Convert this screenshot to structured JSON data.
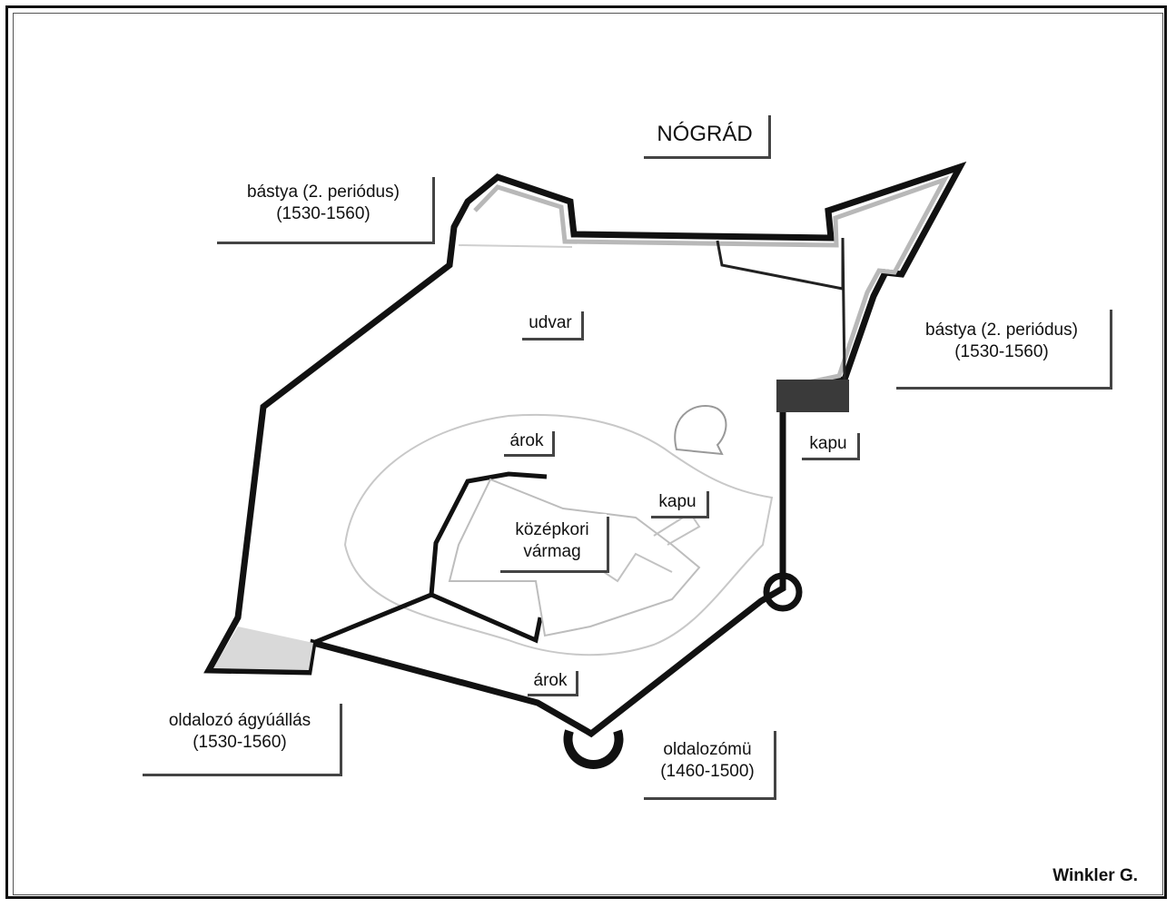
{
  "title": "NÓGRÁD",
  "credit": "Winkler G.",
  "labels": {
    "bastya_left": {
      "line1": "bástya (2. periódus)",
      "line2": "(1530-1560)"
    },
    "bastya_right": {
      "line1": "bástya (2. periódus)",
      "line2": "(1530-1560)"
    },
    "udvar": "udvar",
    "arok_upper": "árok",
    "arok_lower": "árok",
    "kapu_outer": "kapu",
    "kapu_inner": "kapu",
    "kozepkori": {
      "line1": "középkori",
      "line2": "vármag"
    },
    "oldalozo_agyuallas": {
      "line1": "oldalozó ágyúállás",
      "line2": "(1530-1560)"
    },
    "oldalozomu": {
      "line1": "oldalozómü",
      "line2": "(1460-1500)"
    }
  },
  "colors": {
    "wall": "#111111",
    "wall_fill": "#b8b8b8",
    "ditch": "#bdbdbd",
    "gate": "#3a3a3a"
  }
}
